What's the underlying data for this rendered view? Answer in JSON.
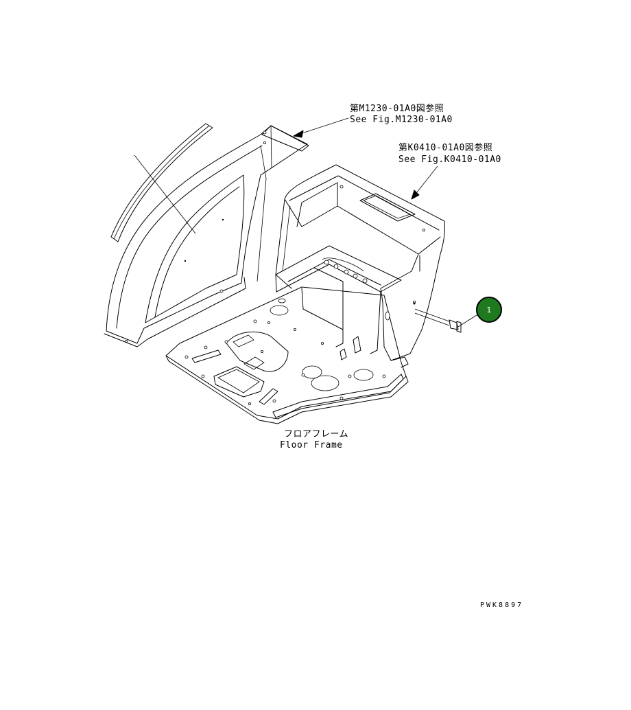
{
  "labels": {
    "ref_m1230_jp": "第M1230-01A0図参照",
    "ref_m1230_en": "See Fig.M1230-01A0",
    "ref_k0410_jp": "第K0410-01A0図参照",
    "ref_k0410_en": "See Fig.K0410-01A0",
    "floor_frame_jp": "フロアフレーム",
    "floor_frame_en": "Floor Frame",
    "drawing_code": "PWK8897"
  },
  "callouts": [
    {
      "number": "1",
      "color": "#1f7a1f"
    }
  ]
}
